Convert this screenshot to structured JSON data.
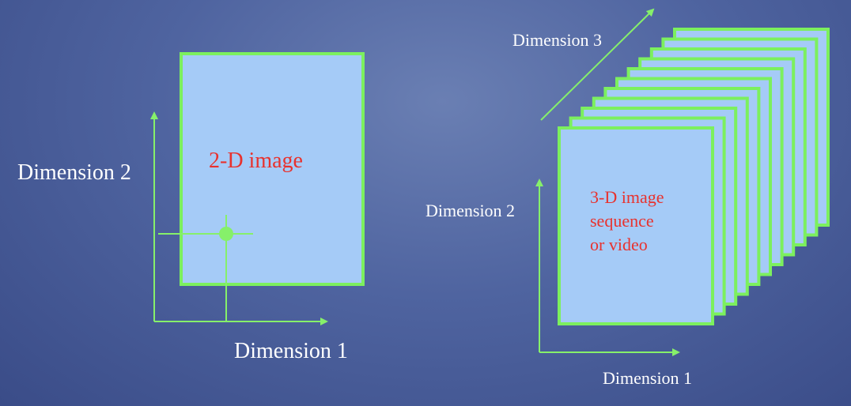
{
  "left": {
    "image_label": "2-D image",
    "dim1_label": "Dimension 1",
    "dim2_label": "Dimension 2"
  },
  "right": {
    "image_label_lines": [
      "3-D image",
      "sequence",
      "or video"
    ],
    "dim1_label": "Dimension 1",
    "dim2_label": "Dimension 2",
    "dim3_label": "Dimension 3",
    "frame_count": 11
  },
  "colors": {
    "frame_fill": "#a5cbf7",
    "frame_border": "#7cf05e",
    "axis": "#86f06a",
    "label_text": "#ffffff",
    "image_text": "#e8322e"
  }
}
